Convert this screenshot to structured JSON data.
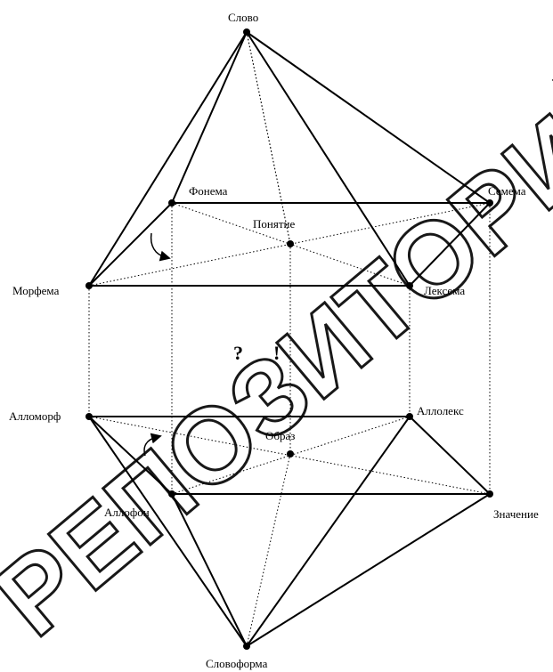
{
  "nodes": {
    "slovo": "Слово",
    "fonema": "Фонема",
    "semema": "Семема",
    "ponyatie": "Понятие",
    "morfema": "Морфема",
    "leksema": "Лексема",
    "allomorf": "Алломорф",
    "alloleks": "Аллолекс",
    "obraz": "Образ",
    "allofon": "Аллофон",
    "znachenie": "Значение",
    "slovoforma": "Словоформа"
  },
  "symbols": {
    "question": "?",
    "exclamation": "!"
  },
  "watermark": "РЕПОЗИТОРИЙ БГПУ"
}
